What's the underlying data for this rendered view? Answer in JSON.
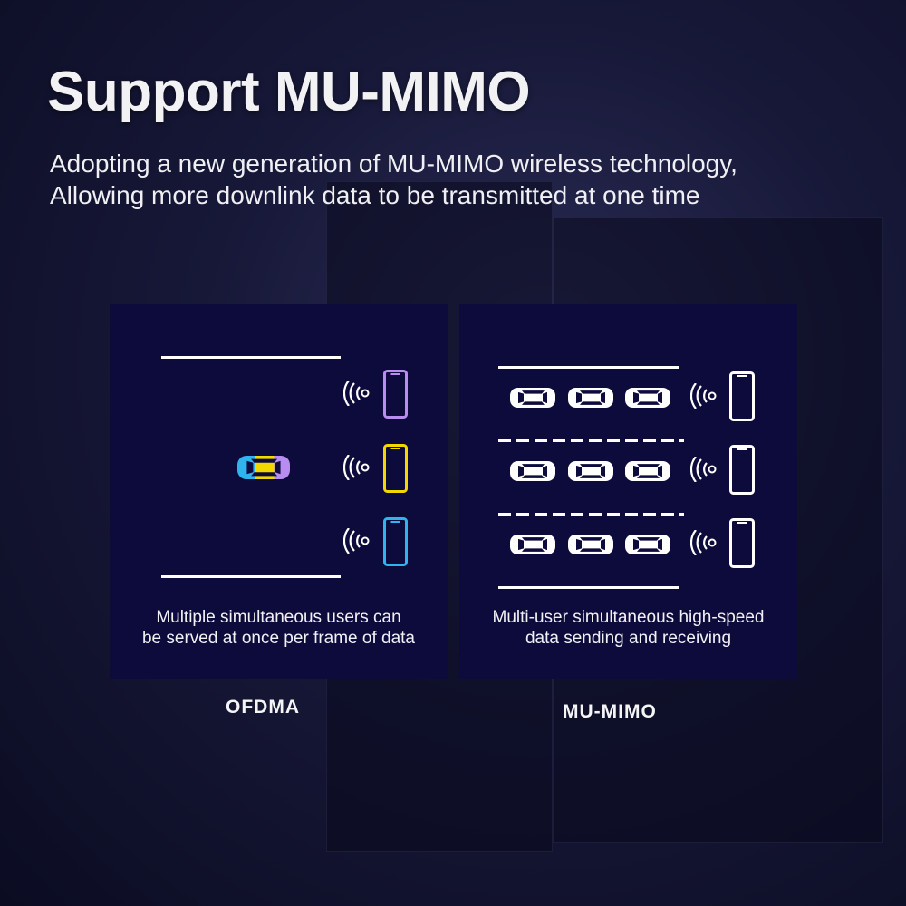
{
  "title": "Support MU-MIMO",
  "subtitle": [
    "Adopting a new generation of MU-MIMO wireless technology,",
    "Allowing more downlink data to be transmitted at one time"
  ],
  "ofdma": {
    "label": "OFDMA",
    "caption": [
      "Multiple simultaneous users can",
      "be served at once per frame of data"
    ],
    "phone_colors": [
      "#b98cf0",
      "#f3d800",
      "#2fb4f0"
    ],
    "car_colors": [
      "#2fb4f0",
      "#f3d800",
      "#b98cf0"
    ]
  },
  "mumimo": {
    "label": "MU-MIMO",
    "caption": [
      "Multi-user simultaneous high-speed",
      "data sending and receiving"
    ],
    "lanes": 3,
    "cars_per_lane": 3
  },
  "colors": {
    "panel": "#0d0b3b",
    "icon": "#ffffff"
  }
}
